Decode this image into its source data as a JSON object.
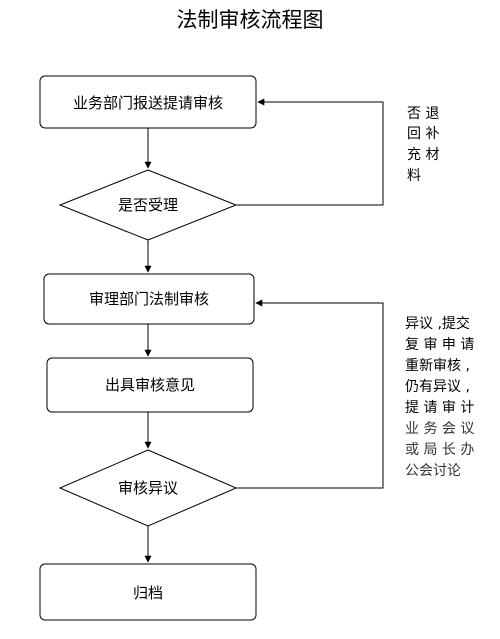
{
  "title": "法制审核流程图",
  "nodes": {
    "submit": "业务部门报送提请审核",
    "accept": "是否受理",
    "legal_review": "审理部门法制审核",
    "opinion": "出具审核意见",
    "objection": "审核异议",
    "archive": "归档"
  },
  "notes": {
    "return_note": [
      "否 退",
      "回 补",
      "充 材",
      "料"
    ],
    "objection_note": [
      "异议 ,提交",
      "复 审 申 请",
      "重新审核 ,",
      "仍有异议 ,",
      "提 请 审 计",
      "业 务 会 议",
      "或 局 长 办",
      "公会讨论"
    ]
  },
  "colors": {
    "stroke": "#000000",
    "background": "#ffffff"
  }
}
